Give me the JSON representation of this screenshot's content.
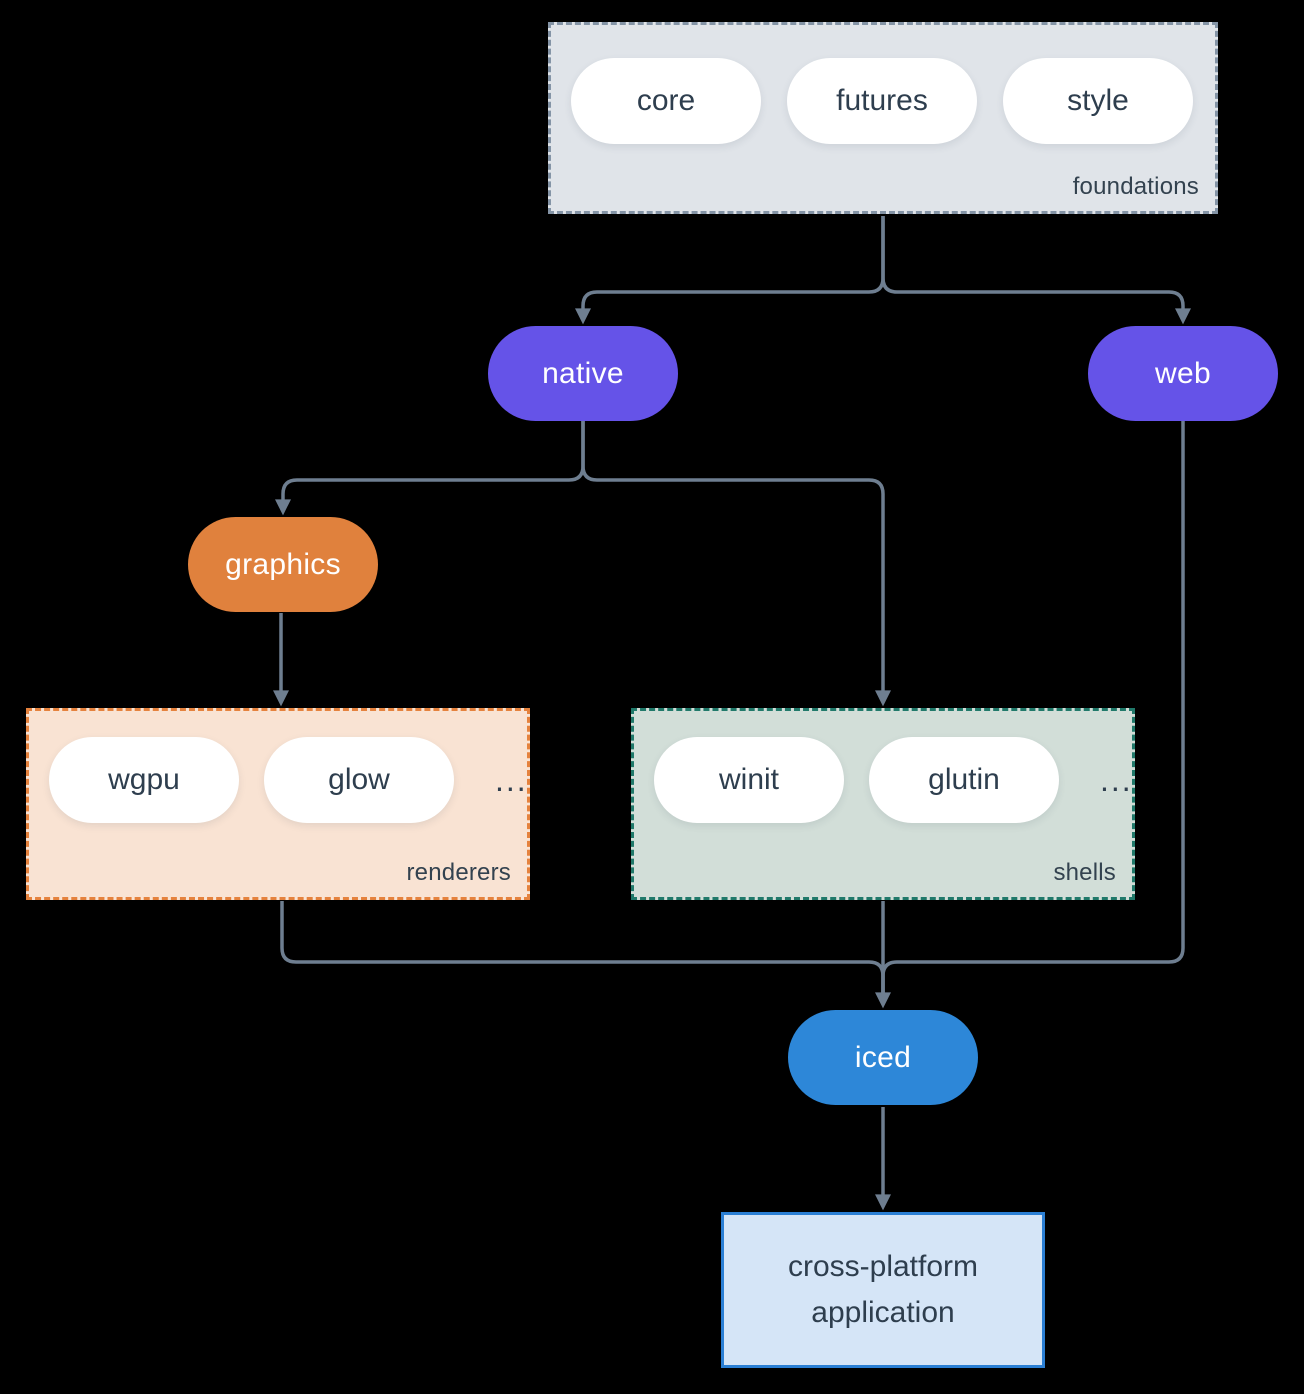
{
  "colors": {
    "background": "#000000",
    "edge": "#6e7e90",
    "purple": "#6553e8",
    "orange": "#e0813d",
    "blue": "#2d87d8",
    "pill_text_dark": "#2e3e4e",
    "foundations_fill": "#e0e4e9",
    "foundations_border": "#8494a6",
    "renderers_fill": "#f9e3d3",
    "renderers_border": "#e5823d",
    "shells_fill": "#d2ded8",
    "shells_border": "#20796a",
    "app_fill": "#d5e5f7",
    "app_border": "#2b7fd4"
  },
  "nodes": {
    "foundations": {
      "label": "foundations",
      "pills": [
        "core",
        "futures",
        "style"
      ]
    },
    "native": {
      "label": "native"
    },
    "web": {
      "label": "web"
    },
    "graphics": {
      "label": "graphics"
    },
    "renderers": {
      "label": "renderers",
      "pills": [
        "wgpu",
        "glow"
      ],
      "ellipsis": "..."
    },
    "shells": {
      "label": "shells",
      "pills": [
        "winit",
        "glutin"
      ],
      "ellipsis": "..."
    },
    "iced": {
      "label": "iced"
    },
    "application": {
      "line1": "cross-platform",
      "line2": "application"
    }
  }
}
